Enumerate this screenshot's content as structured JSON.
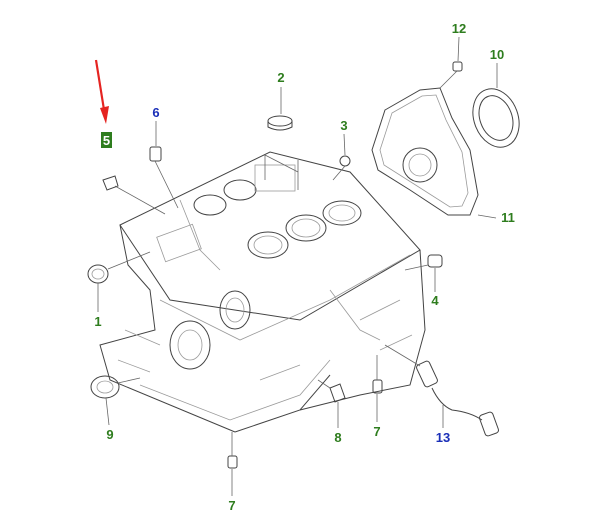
{
  "colors": {
    "green_callout": "#2e7d1e",
    "blue_callout": "#1a2fb8",
    "arrow_red": "#e52421",
    "line": "#444444"
  },
  "callouts": {
    "c1": "1",
    "c2": "2",
    "c3": "3",
    "c4": "4",
    "c5": "5",
    "c6": "6",
    "c7a": "7",
    "c7b": "7",
    "c8": "8",
    "c9": "9",
    "c10": "10",
    "c11": "11",
    "c12": "12",
    "c13": "13"
  }
}
